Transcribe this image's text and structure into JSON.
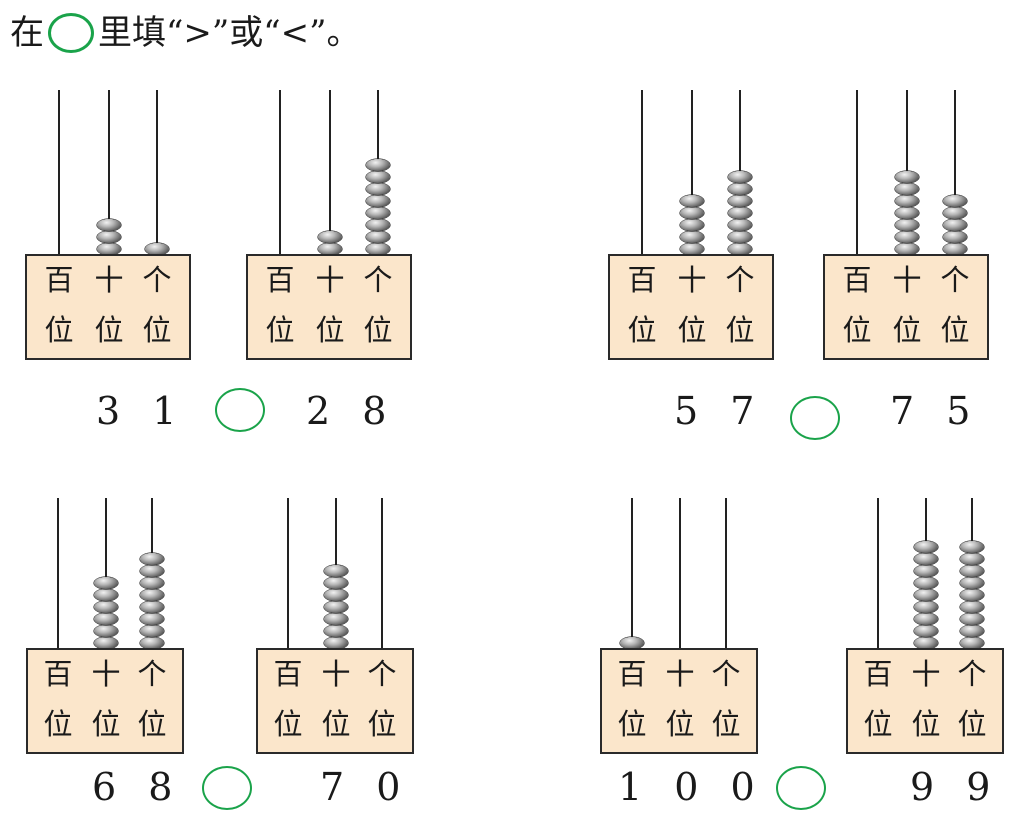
{
  "instruction": {
    "before": "在",
    "after": "里填“>”或“<”。"
  },
  "place_labels": {
    "hundreds": "百",
    "tens": "十",
    "ones": "个",
    "suffix": "位"
  },
  "comparisons": [
    {
      "left": {
        "number": "3 1",
        "beads": {
          "hundreds": 0,
          "tens": 3,
          "ones": 1
        }
      },
      "right": {
        "number": "2 8",
        "beads": {
          "hundreds": 0,
          "tens": 2,
          "ones": 8
        }
      }
    },
    {
      "left": {
        "number": "5 7",
        "beads": {
          "hundreds": 0,
          "tens": 5,
          "ones": 7
        }
      },
      "right": {
        "number": "7 5",
        "beads": {
          "hundreds": 0,
          "tens": 7,
          "ones": 5
        }
      }
    },
    {
      "left": {
        "number": "6 8",
        "beads": {
          "hundreds": 0,
          "tens": 6,
          "ones": 8
        }
      },
      "right": {
        "number": "7 0",
        "beads": {
          "hundreds": 0,
          "tens": 7,
          "ones": 0
        }
      }
    },
    {
      "left": {
        "number": "1 0 0",
        "beads": {
          "hundreds": 1,
          "tens": 0,
          "ones": 0
        }
      },
      "right": {
        "number": "9 9",
        "beads": {
          "hundreds": 0,
          "tens": 9,
          "ones": 9
        }
      }
    }
  ],
  "colors": {
    "circle": "#1aa34a",
    "label_box": "#fbe6cb"
  }
}
